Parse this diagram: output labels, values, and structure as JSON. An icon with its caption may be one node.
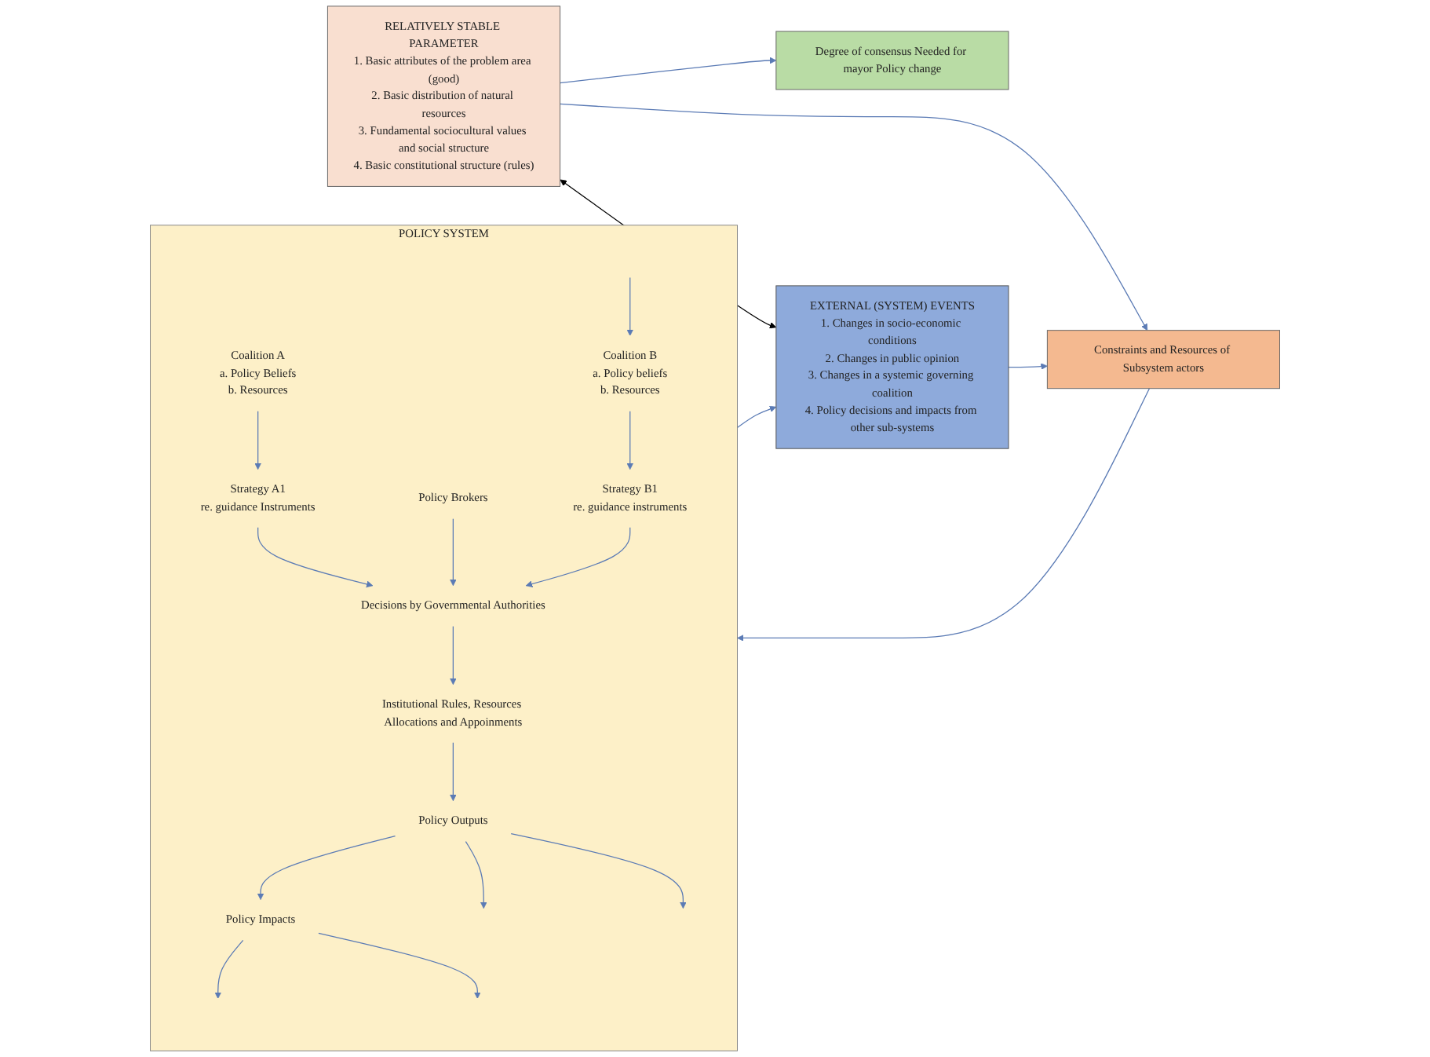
{
  "diagram": {
    "nodes": [
      {
        "text": [
          "RELATIVELY STABLE PARAMETER",
          "1. Basic attributes of the problem area (good)",
          "2. Basic distribution of natural resources",
          "3. Fundamental sociocultural values and social structure",
          "4. Basic constitutional structure (rules)"
        ]
      },
      {
        "text": [
          "Degree of consensus Needed for mayor Policy change"
        ]
      },
      {
        "text": [
          "Constraints and Resources of Subsystem actors"
        ]
      },
      {
        "text": [
          "EXTERNAL (SYSTEM) EVENTS",
          "1. Changes in socio-economic conditions",
          "2. Changes in public opinion",
          "3. Changes in a systemic governing coalition",
          "4. Policy decisions and impacts from other sub-systems"
        ]
      },
      {
        "text": [
          "POLICY SYSTEM"
        ]
      },
      {
        "text": [
          "Coalition A",
          "a. Policy Beliefs",
          "b. Resources"
        ],
        "in": 4
      },
      {
        "text": [
          "Policy Brokers"
        ],
        "in": 4
      },
      {
        "text": [
          "Coalition B",
          "a. Policy beliefs",
          "b. Resources"
        ],
        "in": 4
      },
      {
        "text": [
          "Strategy A1",
          "re. guidance Instruments"
        ],
        "in": 4
      },
      {
        "text": [
          "Strategy B1",
          "re. guidance instruments"
        ],
        "in": 4
      },
      {
        "text": [
          "Decisions by Governmental Authorities"
        ],
        "in": 4
      },
      {
        "text": [
          "Institutional Rules, Resources Allocations and Appoinments"
        ],
        "in": 4
      },
      {
        "text": [
          "Policy Outputs"
        ],
        "in": 4
      },
      {
        "text": [
          "Policy Impacts"
        ],
        "in": 4
      }
    ],
    "edges": [
      {
        "from": 0,
        "to": 1,
        "arrow": "to"
      },
      {
        "from": 0,
        "to": 2,
        "arrow": "to"
      },
      {
        "from": 0,
        "to": 3,
        "arrow": "both",
        "color": "#000000"
      },
      {
        "from": 3,
        "to": 2,
        "arrow": "to"
      },
      {
        "from": 2,
        "to": 4,
        "arrow": "to"
      },
      {
        "from": 5,
        "to": 8,
        "arrow": "to"
      },
      {
        "from": 7,
        "to": 9,
        "arrow": "to"
      },
      {
        "from": 8,
        "to": 10,
        "arrow": "to"
      },
      {
        "from": 6,
        "to": 10,
        "arrow": "to"
      },
      {
        "from": 9,
        "to": 10,
        "arrow": "to"
      },
      {
        "from": 10,
        "to": 11,
        "arrow": "to"
      },
      {
        "from": 11,
        "to": 12,
        "arrow": "to"
      },
      {
        "from": 12,
        "to": 13,
        "arrow": "to"
      },
      {
        "from": 12,
        "to": null,
        "arrow": "to"
      },
      {
        "from": 12,
        "to": null,
        "arrow": "to"
      },
      {
        "from": 13,
        "to": null,
        "arrow": "to"
      },
      {
        "from": 13,
        "to": null,
        "arrow": "to"
      },
      {
        "from": null,
        "to": 7,
        "arrow": "to"
      },
      {
        "from": 4,
        "to": 3,
        "arrow": "to"
      }
    ]
  }
}
